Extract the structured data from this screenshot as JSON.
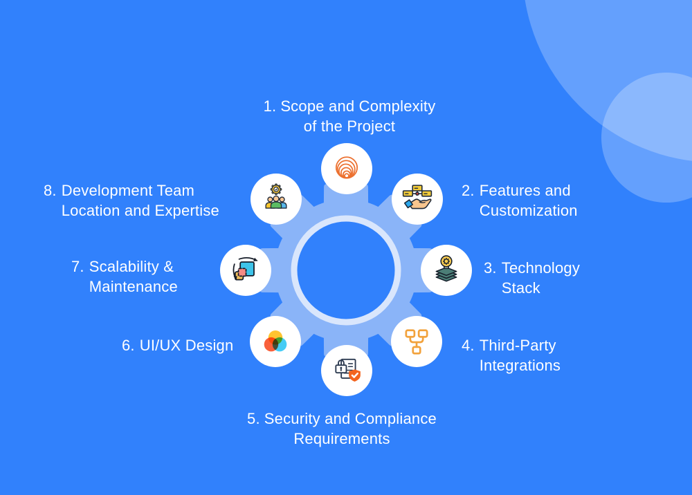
{
  "diagram": {
    "description_center": "gear-hub",
    "items": [
      {
        "num": "1.",
        "lines": [
          "Scope and Complexity",
          "of the Project"
        ],
        "icon": "complexity-rings-icon"
      },
      {
        "num": "2.",
        "lines": [
          "Features and",
          "Customization"
        ],
        "icon": "hand-flowchart-icon"
      },
      {
        "num": "3.",
        "lines": [
          "Technology",
          "Stack"
        ],
        "icon": "tech-layers-bulb-icon"
      },
      {
        "num": "4.",
        "lines": [
          "Third-Party",
          "Integrations"
        ],
        "icon": "integration-tree-icon"
      },
      {
        "num": "5.",
        "lines": [
          "Security and Compliance",
          "Requirements"
        ],
        "icon": "secure-document-shield-icon"
      },
      {
        "num": "6.",
        "lines": [
          "UI/UX Design"
        ],
        "icon": "color-wheel-icon"
      },
      {
        "num": "7.",
        "lines": [
          "Scalability &",
          "Maintenance"
        ],
        "icon": "resize-squares-icon"
      },
      {
        "num": "8.",
        "lines": [
          "Development Team",
          "Location and Expertise"
        ],
        "icon": "team-gear-icon"
      }
    ],
    "colors": {
      "background": "#3181FC",
      "gear": "#8AB4F8",
      "ring": "#D9E6FC",
      "icon_circle": "#FFFFFF",
      "text": "#FFFFFF",
      "accent_orange": "#EC7130",
      "accent_yellow": "#F2CB3A",
      "accent_teal": "#4C7E77",
      "accent_cyan": "#3EC4EA",
      "accent_shield_orange": "#F3641E"
    }
  }
}
